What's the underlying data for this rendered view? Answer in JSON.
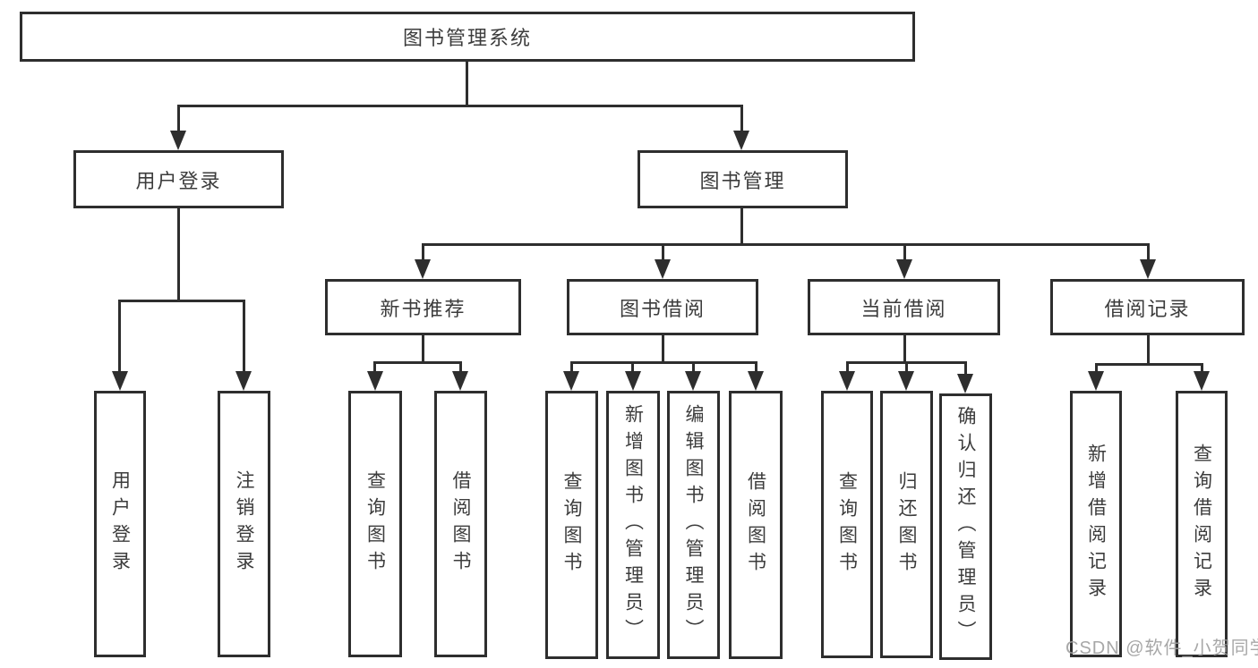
{
  "tree": {
    "root": "图书管理系统",
    "branches": [
      {
        "label": "用户登录",
        "children": [
          "用户登录",
          "注销登录"
        ]
      },
      {
        "label": "图书管理",
        "groups": [
          {
            "label": "新书推荐",
            "children": [
              "查询图书",
              "借阅图书"
            ]
          },
          {
            "label": "图书借阅",
            "children": [
              "查询图书",
              "新增图书（管理员）",
              "编辑图书（管理员）",
              "借阅图书"
            ]
          },
          {
            "label": "当前借阅",
            "children": [
              "查询图书",
              "归还图书",
              "确认归还（管理员）"
            ]
          },
          {
            "label": "借阅记录",
            "children": [
              "新增借阅记录",
              "查询借阅记录"
            ]
          }
        ]
      }
    ]
  },
  "watermark": {
    "text": "CSDN @软件_小贺同学"
  },
  "colors": {
    "line": "#2e2e2e",
    "text": "#3c3c3c",
    "watermark": "#9e9e9e",
    "background": "#ffffff"
  }
}
